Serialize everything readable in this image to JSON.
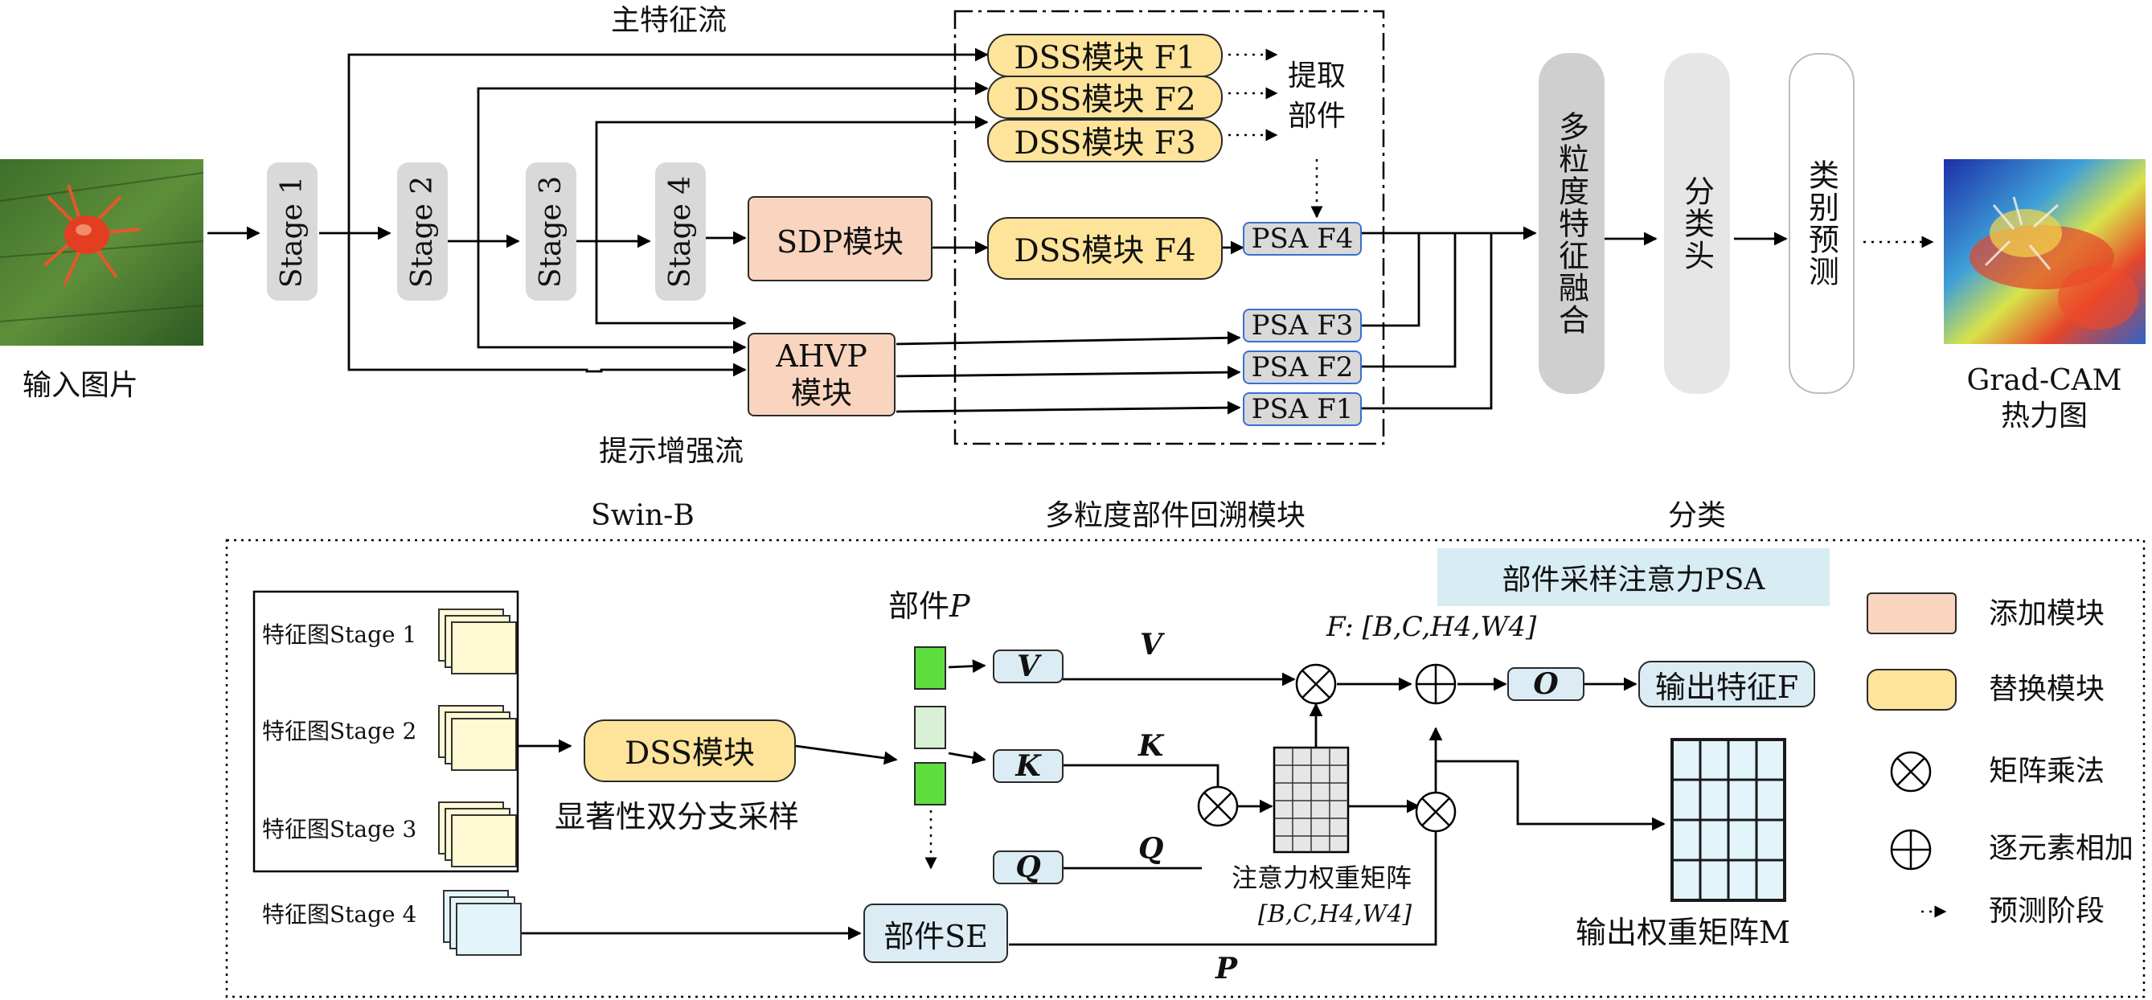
{
  "top": {
    "input_label": "输入图片",
    "stages": [
      "Stage 1",
      "Stage 2",
      "Stage 3",
      "Stage 4"
    ],
    "main_stream_label": "主特征流",
    "prompt_stream_label": "提示增强流",
    "sdp_label": "SDP模块",
    "ahvp_label": [
      "AHVP",
      "模块"
    ],
    "dss": [
      "DSS模块 F1",
      "DSS模块 F2",
      "DSS模块 F3",
      "DSS模块 F4"
    ],
    "extract_label": [
      "提取",
      "部件"
    ],
    "psa": [
      "PSA F4",
      "PSA F3",
      "PSA F2",
      "PSA F1"
    ],
    "fusion_label": "多粒度特征融合",
    "cls_head_label": "分类头",
    "pred_label": "类别预测",
    "gradcam_label": [
      "Grad-CAM",
      "热力图"
    ]
  },
  "sections": {
    "swin": "Swin-B",
    "mpb": "多粒度部件回溯模块",
    "cls": "分类"
  },
  "bottom": {
    "feature_maps": [
      "特征图Stage 1",
      "特征图Stage 2",
      "特征图Stage 3",
      "特征图Stage 4"
    ],
    "dss_label": "DSS模块",
    "dss_caption": "显著性双分支采样",
    "part_label": "部件",
    "part_var": "P",
    "psa_banner": "部件采样注意力PSA",
    "v_box": "V",
    "k_box": "K",
    "q_box": "Q",
    "o_box": "O",
    "v_lab": "V",
    "k_lab": "K",
    "q_lab": "Q",
    "p_lab": "P",
    "f_shape": "F: [B,C,H4,W4]",
    "output_feature": "输出特征F",
    "weight_caption": "注意力权重矩阵",
    "weight_shape": "[B,C,H4,W4]",
    "part_se": "部件SE",
    "output_matrix": "输出权重矩阵M"
  },
  "legend": [
    {
      "name": "添加模块",
      "color": "#f9d5c0"
    },
    {
      "name": "替换模块",
      "color": "#fde49a"
    },
    {
      "name": "矩阵乘法"
    },
    {
      "name": "逐元素相加"
    },
    {
      "name": "预测阶段"
    }
  ]
}
